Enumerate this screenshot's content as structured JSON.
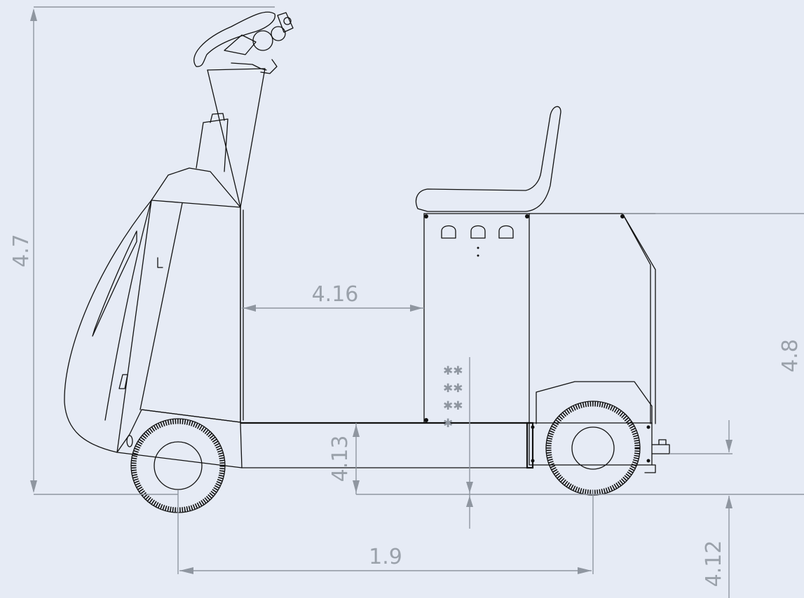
{
  "dimensions": {
    "overall_height": "4.7",
    "deck_length": "4.16",
    "rear_height": "4.8",
    "deck_height": "4.13",
    "wheelbase": "1.9",
    "hitch_height": "4.12"
  },
  "colors": {
    "background": "#e6ebf5",
    "outline": "#111111",
    "dimension_line": "#8f96a0",
    "dimension_text": "#9aa1aa"
  }
}
